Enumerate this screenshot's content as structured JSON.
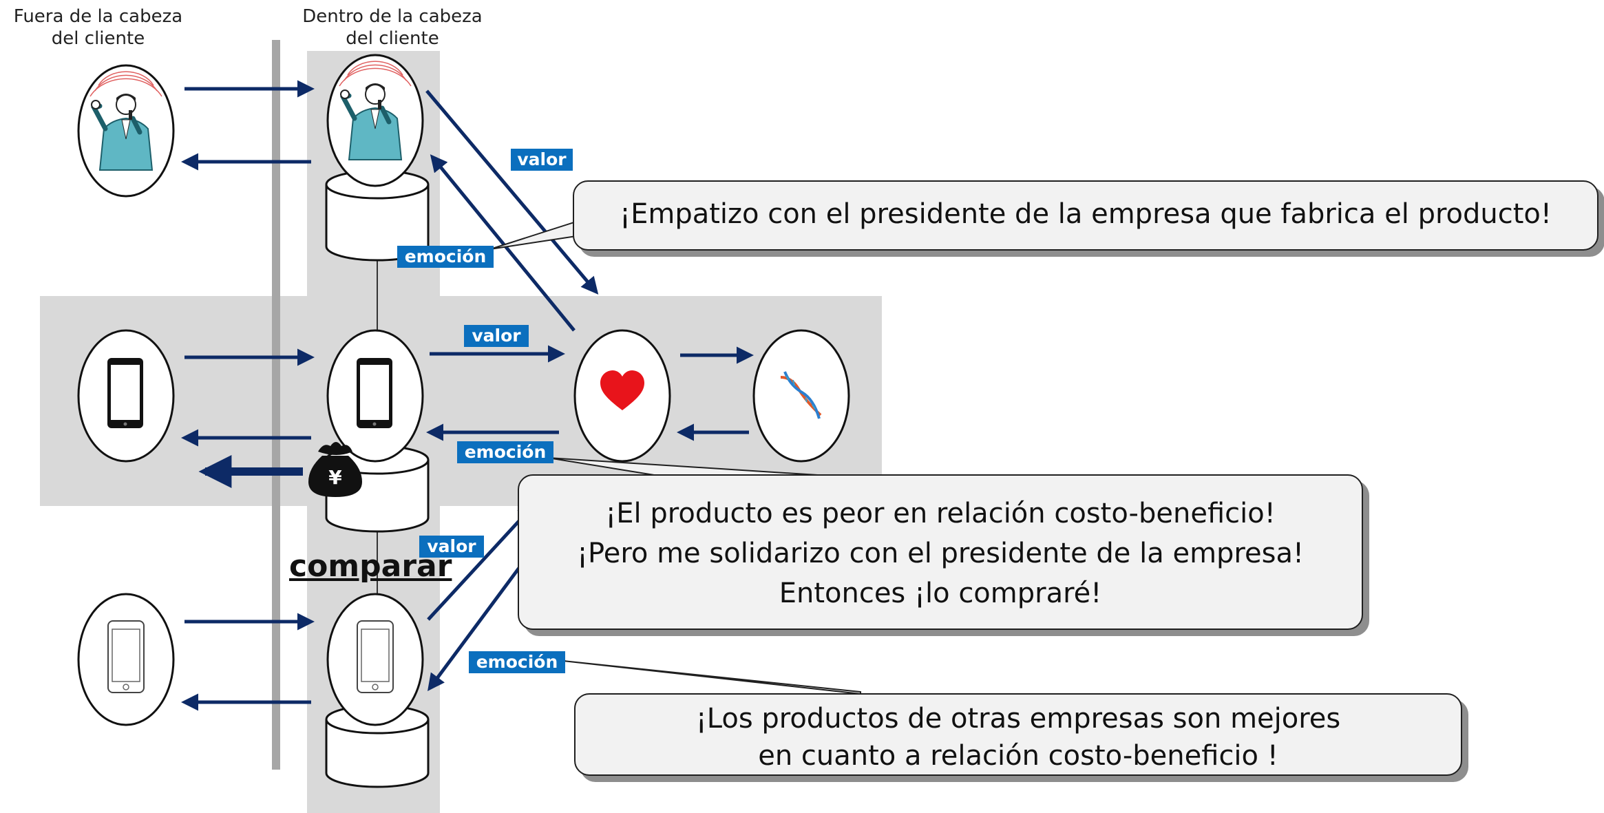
{
  "captions": {
    "outside": [
      "Fuera de la cabeza",
      "del cliente"
    ],
    "inside": [
      "Dentro de la cabeza",
      "del cliente"
    ]
  },
  "tags": {
    "valor": "valor",
    "emocion": "emoción"
  },
  "compare_label": "comparar",
  "callouts": {
    "president": [
      "¡Empatizo con el presidente de la empresa que fabrica el producto!"
    ],
    "purchase": [
      "¡El producto es peor en relación costo-beneficio!",
      "¡Pero me solidarizo con el presidente de la empresa!",
      "Entonces ¡lo compraré!"
    ],
    "others": [
      "¡Los productos de otras empresas son mejores",
      "en cuanto a relación costo-beneficio !"
    ]
  },
  "money_symbol": "¥",
  "colors": {
    "arrow": "#0d2a66",
    "tag": "#0b6fbe",
    "panel": "#d9d9d9",
    "divider": "#a6a6a6",
    "heart": "#e8141b"
  },
  "icons": [
    "speaker-person-icon",
    "smartphone-icon",
    "smartphone-outline-icon",
    "heart-icon",
    "dna-icon",
    "money-bag-icon",
    "database-cylinder-icon"
  ]
}
